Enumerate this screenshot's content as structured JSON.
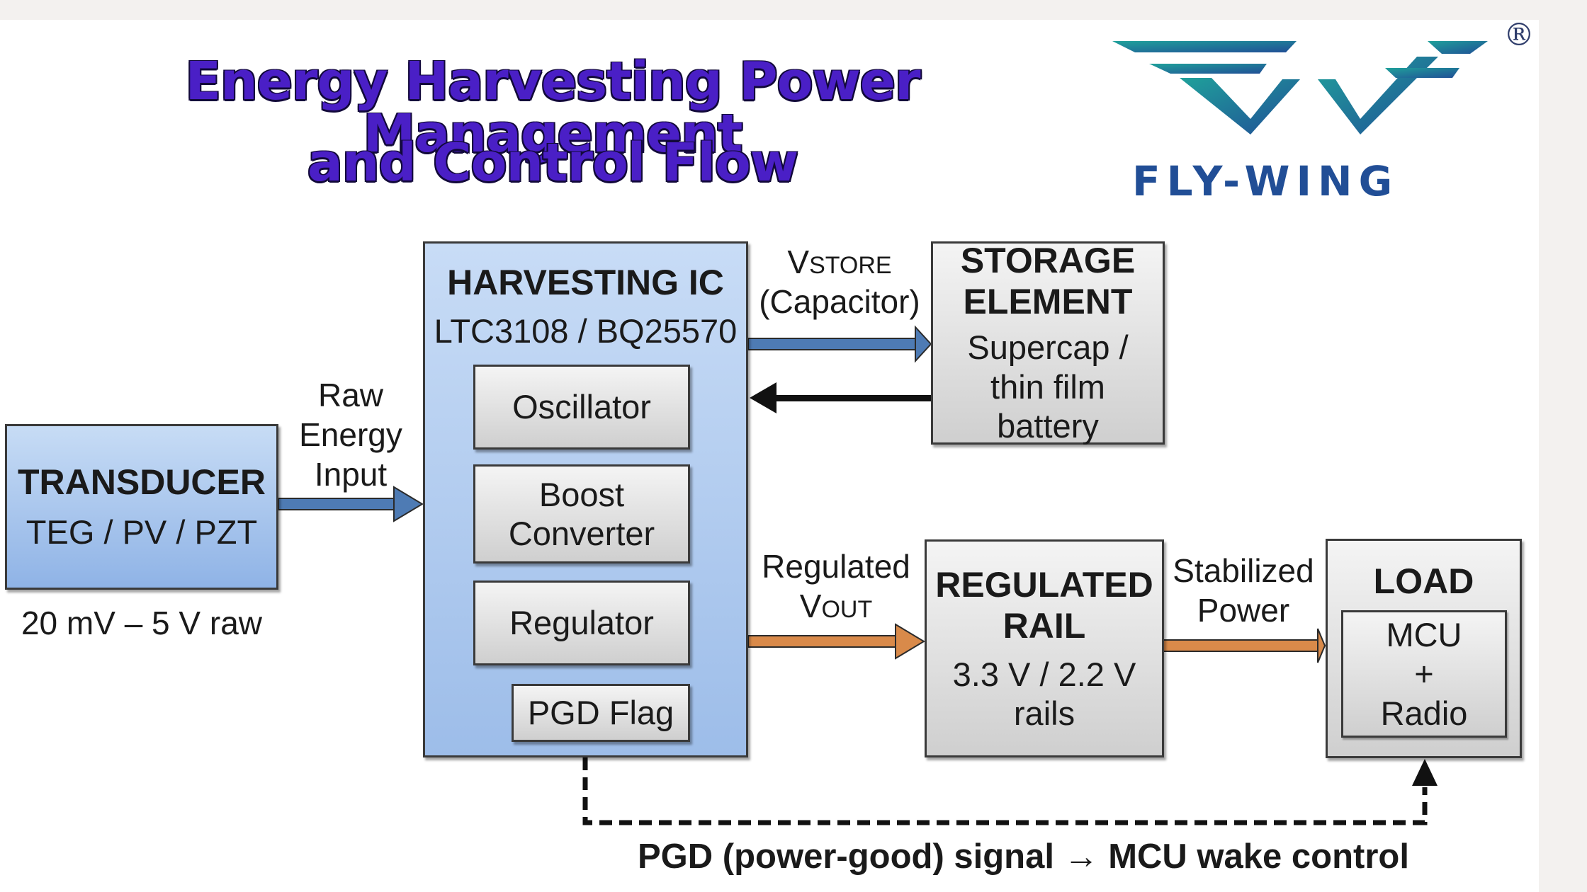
{
  "title": {
    "line1": "Energy Harvesting Power Management",
    "line2": "and Control Flow"
  },
  "logo": {
    "brand": "FLY-WING",
    "registered": "®"
  },
  "blocks": {
    "transducer": {
      "title": "TRANSDUCER",
      "subtitle": "TEG / PV / PZT",
      "note": "20 mV – 5 V raw"
    },
    "harvesting_ic": {
      "title": "HARVESTING IC",
      "subtitle": "LTC3108 / BQ25570",
      "sub_blocks": [
        "Oscillator",
        "Boost Converter",
        "Regulator"
      ],
      "pgd_flag": "PGD Flag"
    },
    "storage": {
      "title": "STORAGE ELEMENT",
      "subtitle": "Supercap / thin film battery"
    },
    "regulated_rail": {
      "title": "REGULATED RAIL",
      "subtitle": "3.3 V / 2.2 V rails"
    },
    "load": {
      "title": "LOAD",
      "inner": "MCU + Radio"
    }
  },
  "connections": {
    "raw_input": "Raw Energy Input",
    "vstore_main": "V",
    "vstore_sub": "STORE",
    "vstore_paren": "(Capacitor)",
    "regulated_label": "Regulated",
    "vout_main": "V",
    "vout_sub": "OUT",
    "stabilized": "Stabilized Power",
    "pgd_signal": "PGD (power-good) signal → MCU wake control"
  },
  "colors": {
    "blue_arrow": "#4e7bb4",
    "orange_arrow": "#d98a4a",
    "title": "#4a1fc6",
    "logo": "#214e96",
    "logo_teal": "#1d8e94"
  }
}
